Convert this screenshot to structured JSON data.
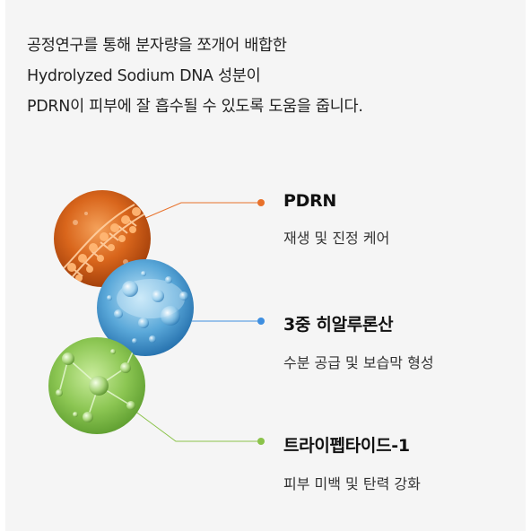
{
  "intro": {
    "line1": "공정연구를 통해 분자량을 쪼개어 배합한",
    "line2": "Hydrolyzed Sodium DNA 성분이",
    "line3": "PDRN이 피부에 잘 흡수될 수 있도록 도움을 줍니다."
  },
  "features": [
    {
      "title": "PDRN",
      "desc": "재생 및 진정 케어",
      "color": "#e8712a",
      "image": "orange-dna-strand"
    },
    {
      "title": "3중 히알루론산",
      "desc": "수분 공급 및 보습막 형성",
      "color": "#3f8fe0",
      "image": "blue-water-bubbles"
    },
    {
      "title": "트라이펩타이드-1",
      "desc": "피부 미백 및 탄력 강화",
      "color": "#8bc34a",
      "image": "green-molecule-network"
    }
  ]
}
